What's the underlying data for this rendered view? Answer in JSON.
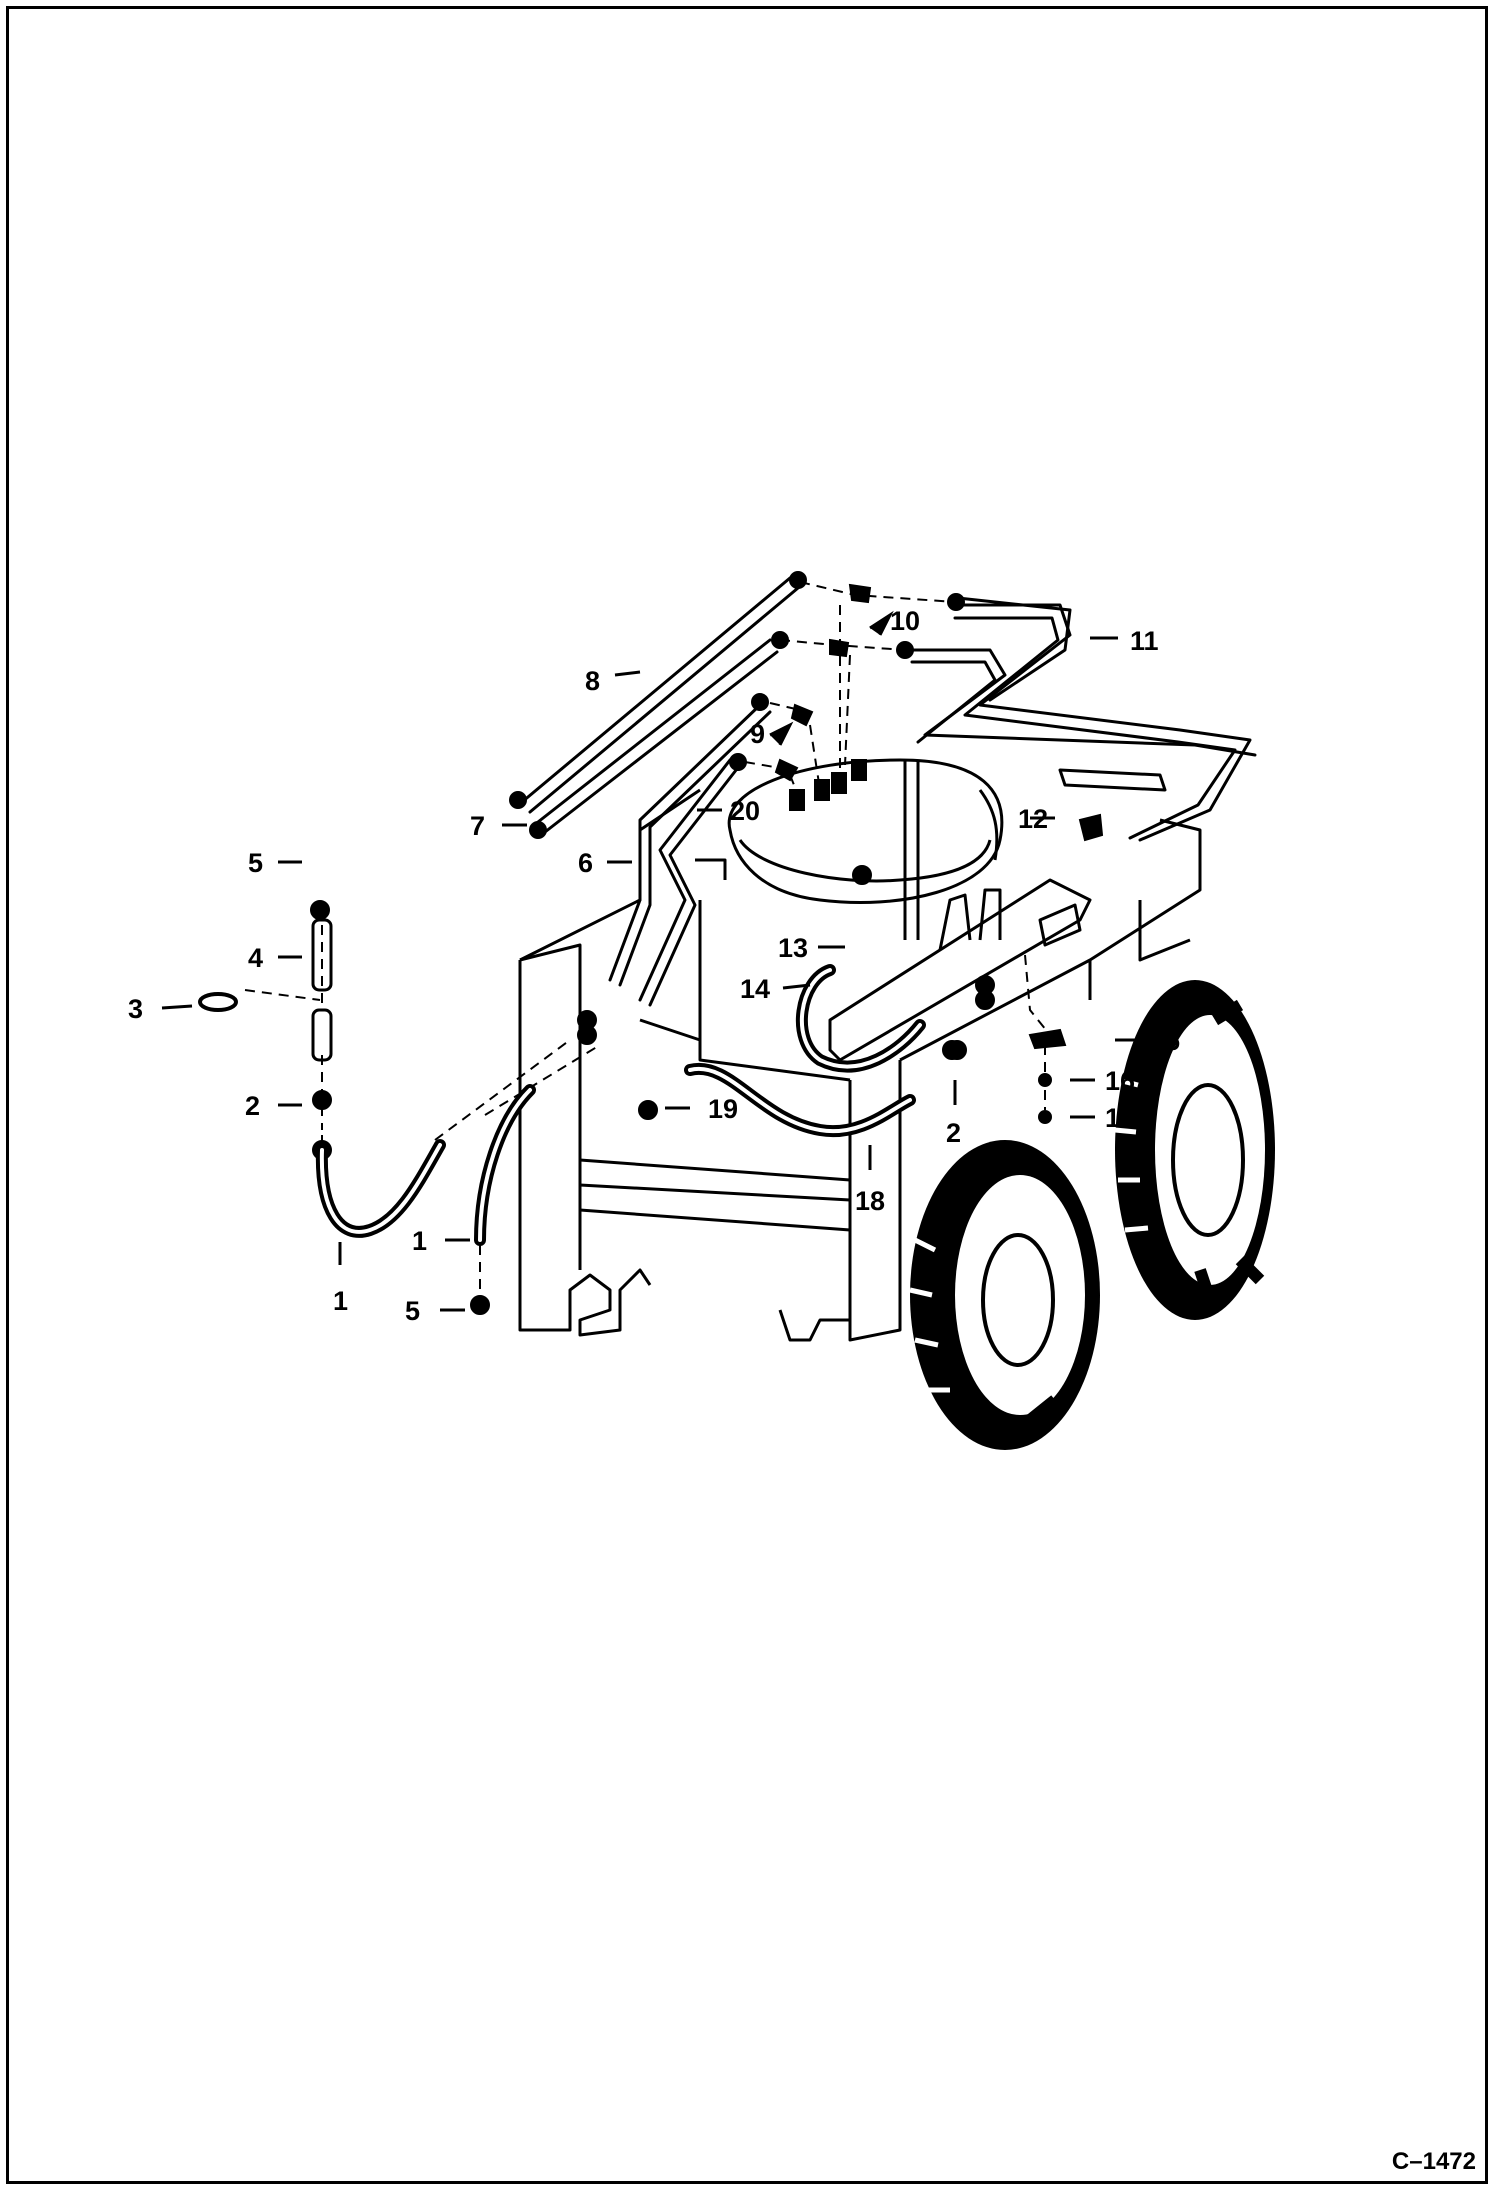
{
  "drawing_ref": "C–1472",
  "callouts": [
    {
      "id": "c8",
      "text": "8"
    },
    {
      "id": "c10",
      "text": "10"
    },
    {
      "id": "c11",
      "text": "11"
    },
    {
      "id": "c9",
      "text": "9"
    },
    {
      "id": "c7",
      "text": "7"
    },
    {
      "id": "c20",
      "text": "20"
    },
    {
      "id": "c12",
      "text": "12"
    },
    {
      "id": "c6",
      "text": "6"
    },
    {
      "id": "c5a",
      "text": "5"
    },
    {
      "id": "c4",
      "text": "4"
    },
    {
      "id": "c3",
      "text": "3"
    },
    {
      "id": "c13",
      "text": "13"
    },
    {
      "id": "c14",
      "text": "14"
    },
    {
      "id": "c15",
      "text": "15"
    },
    {
      "id": "c16",
      "text": "16"
    },
    {
      "id": "c17",
      "text": "17"
    },
    {
      "id": "c2a",
      "text": "2"
    },
    {
      "id": "c19",
      "text": "19"
    },
    {
      "id": "c2b",
      "text": "2"
    },
    {
      "id": "c18",
      "text": "18"
    },
    {
      "id": "c1a",
      "text": "1"
    },
    {
      "id": "c1b",
      "text": "1"
    },
    {
      "id": "c5b",
      "text": "5"
    }
  ]
}
